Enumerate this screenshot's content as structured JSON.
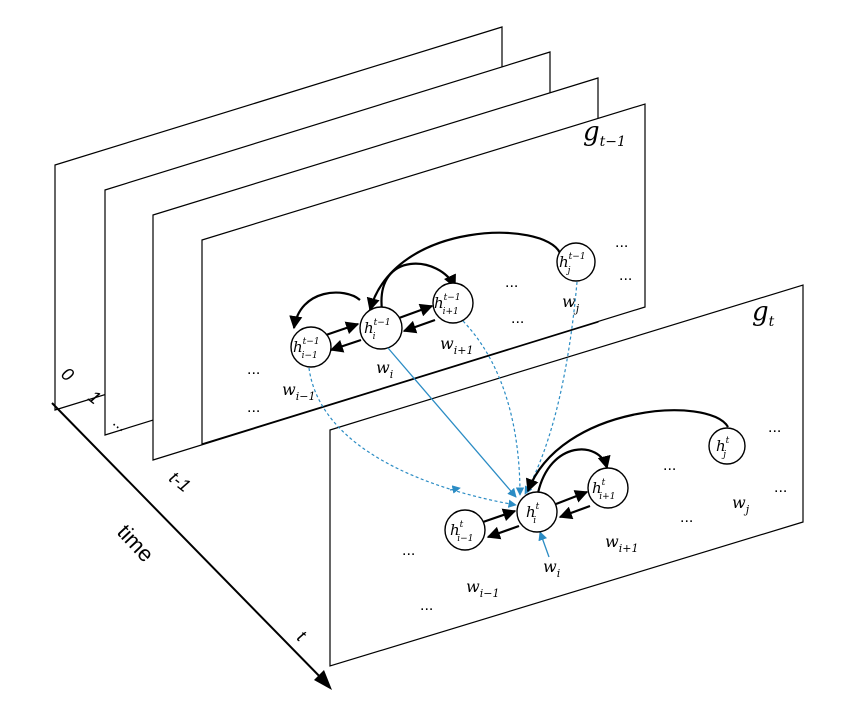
{
  "time_axis": {
    "label": "time",
    "ticks": [
      "0",
      "1",
      "...",
      "t-1",
      "t"
    ]
  },
  "panel_prev": {
    "label_base": "g",
    "label_sub": "t−1",
    "nodes": {
      "h_i_minus1": {
        "base": "h",
        "sup": "t−1",
        "sub": "i−1"
      },
      "h_i": {
        "base": "h",
        "sup": "t−1",
        "sub": "i"
      },
      "h_i_plus1": {
        "base": "h",
        "sup": "t−1",
        "sub": "i+1"
      },
      "h_j": {
        "base": "h",
        "sup": "t−1",
        "sub": "j"
      }
    },
    "words": {
      "w_i_minus1": {
        "base": "w",
        "sub": "i−1"
      },
      "w_i": {
        "base": "w",
        "sub": "i"
      },
      "w_i_plus1": {
        "base": "w",
        "sub": "i+1"
      },
      "w_j": {
        "base": "w",
        "sub": "j"
      }
    },
    "ellipsis": "..."
  },
  "panel_curr": {
    "label_base": "g",
    "label_sub": "t",
    "nodes": {
      "h_i_minus1": {
        "base": "h",
        "sup": "t",
        "sub": "i−1"
      },
      "h_i": {
        "base": "h",
        "sup": "t",
        "sub": "i"
      },
      "h_i_plus1": {
        "base": "h",
        "sup": "t",
        "sub": "i+1"
      },
      "h_j": {
        "base": "h",
        "sup": "t",
        "sub": "j"
      }
    },
    "words": {
      "w_i_minus1": {
        "base": "w",
        "sub": "i−1"
      },
      "w_i": {
        "base": "w",
        "sub": "i"
      },
      "w_i_plus1": {
        "base": "w",
        "sub": "i+1"
      },
      "w_j": {
        "base": "w",
        "sub": "j"
      }
    },
    "ellipsis": "..."
  },
  "colors": {
    "edge": "#000000",
    "cross_time_edge": "#2b8cc4"
  }
}
